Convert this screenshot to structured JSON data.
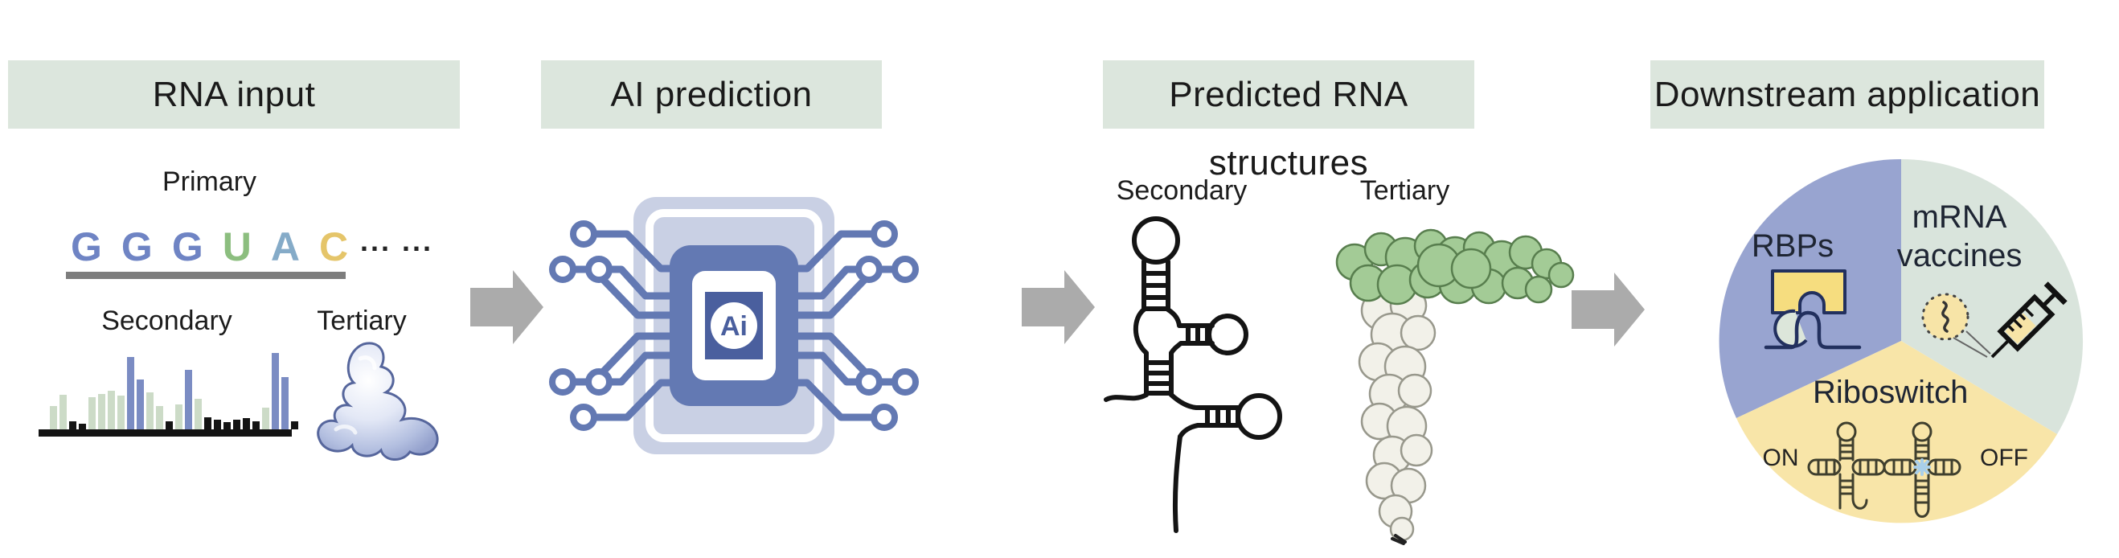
{
  "figure": {
    "background": "#ffffff",
    "header_bg": "#dce6dd",
    "arrow_color": "#ababab"
  },
  "sections": [
    {
      "id": "rna-input",
      "title": "RNA input"
    },
    {
      "id": "ai-prediction",
      "title": "AI prediction"
    },
    {
      "id": "predicted-structures",
      "title": "Predicted RNA structures"
    },
    {
      "id": "downstream-application",
      "title": "Downstream application"
    }
  ],
  "rna_input": {
    "primary_label": "Primary",
    "sequence": [
      {
        "letter": "G",
        "color": "#6f84c4"
      },
      {
        "letter": "G",
        "color": "#6f84c4"
      },
      {
        "letter": "G",
        "color": "#6f84c4"
      },
      {
        "letter": "U",
        "color": "#8cbe7f"
      },
      {
        "letter": "A",
        "color": "#85abc8"
      },
      {
        "letter": "C",
        "color": "#e5c56a"
      }
    ],
    "ellipsis": "... ...",
    "underline_color": "#7d7d7d",
    "secondary_label": "Secondary",
    "tertiary_label": "Tertiary",
    "bar_palette": {
      "green": "#ccdbc7",
      "blue": "#7b8cc3",
      "black": "#141414"
    },
    "secondary_bars": [
      {
        "h": 0.3,
        "c": "green"
      },
      {
        "h": 0.45,
        "c": "green"
      },
      {
        "h": 0.1,
        "c": "black"
      },
      {
        "h": 0.07,
        "c": "black"
      },
      {
        "h": 0.42,
        "c": "green"
      },
      {
        "h": 0.46,
        "c": "green"
      },
      {
        "h": 0.5,
        "c": "green"
      },
      {
        "h": 0.44,
        "c": "green"
      },
      {
        "h": 0.95,
        "c": "blue"
      },
      {
        "h": 0.65,
        "c": "blue"
      },
      {
        "h": 0.48,
        "c": "green"
      },
      {
        "h": 0.3,
        "c": "green"
      },
      {
        "h": 0.1,
        "c": "black"
      },
      {
        "h": 0.33,
        "c": "green"
      },
      {
        "h": 0.78,
        "c": "blue"
      },
      {
        "h": 0.4,
        "c": "green"
      },
      {
        "h": 0.16,
        "c": "black"
      },
      {
        "h": 0.13,
        "c": "black"
      },
      {
        "h": 0.09,
        "c": "black"
      },
      {
        "h": 0.13,
        "c": "black"
      },
      {
        "h": 0.15,
        "c": "black"
      },
      {
        "h": 0.11,
        "c": "black"
      },
      {
        "h": 0.28,
        "c": "green"
      },
      {
        "h": 1.0,
        "c": "blue"
      },
      {
        "h": 0.68,
        "c": "blue"
      },
      {
        "h": 0.1,
        "c": "black"
      }
    ]
  },
  "ai_prediction": {
    "chip_label": "Ai",
    "chip_colors": {
      "pad": "#c9d0e4",
      "chip": "#6379b3",
      "core": "#4a5f9e",
      "trace": "#6379b3"
    }
  },
  "predicted_structures": {
    "secondary_label": "Secondary",
    "tertiary_label": "Tertiary",
    "tertiary_colors": {
      "green": "#a3cb96",
      "white": "#f2f1e9"
    }
  },
  "downstream": {
    "segments": [
      {
        "label": "RBPs",
        "label_lines": [
          "RBPs"
        ],
        "color": "#98a4d0"
      },
      {
        "label": "mRNA vaccines",
        "label_lines": [
          "mRNA",
          "vaccines"
        ],
        "color": "#d9e4dc"
      },
      {
        "label": "Riboswitch",
        "label_lines": [
          "Riboswitch"
        ],
        "color": "#f8e5a8"
      }
    ],
    "riboswitch_on_label": "ON",
    "riboswitch_off_label": "OFF"
  }
}
